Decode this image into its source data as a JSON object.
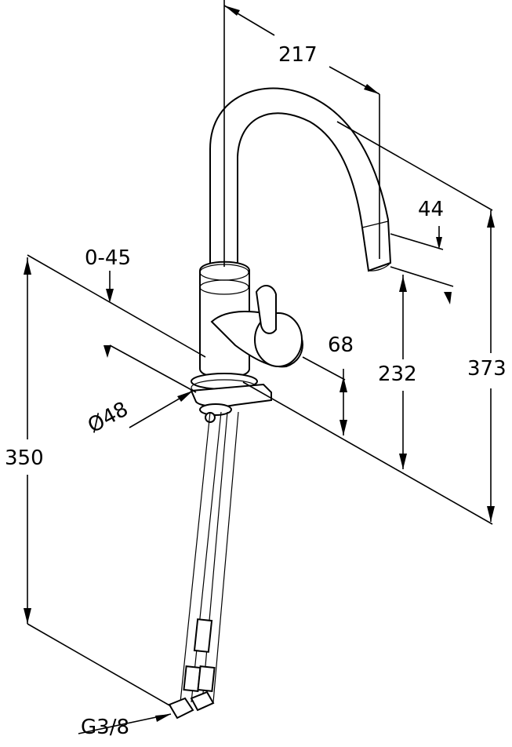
{
  "dimensions": {
    "spout_reach": "217",
    "spout_tip": "44",
    "swivel_angle": "0-45",
    "body_diameter": "Ø48",
    "lever_height": "68",
    "outlet_height": "232",
    "total_height": "373",
    "hose_length": "350",
    "connection_thread": "G3/8"
  }
}
